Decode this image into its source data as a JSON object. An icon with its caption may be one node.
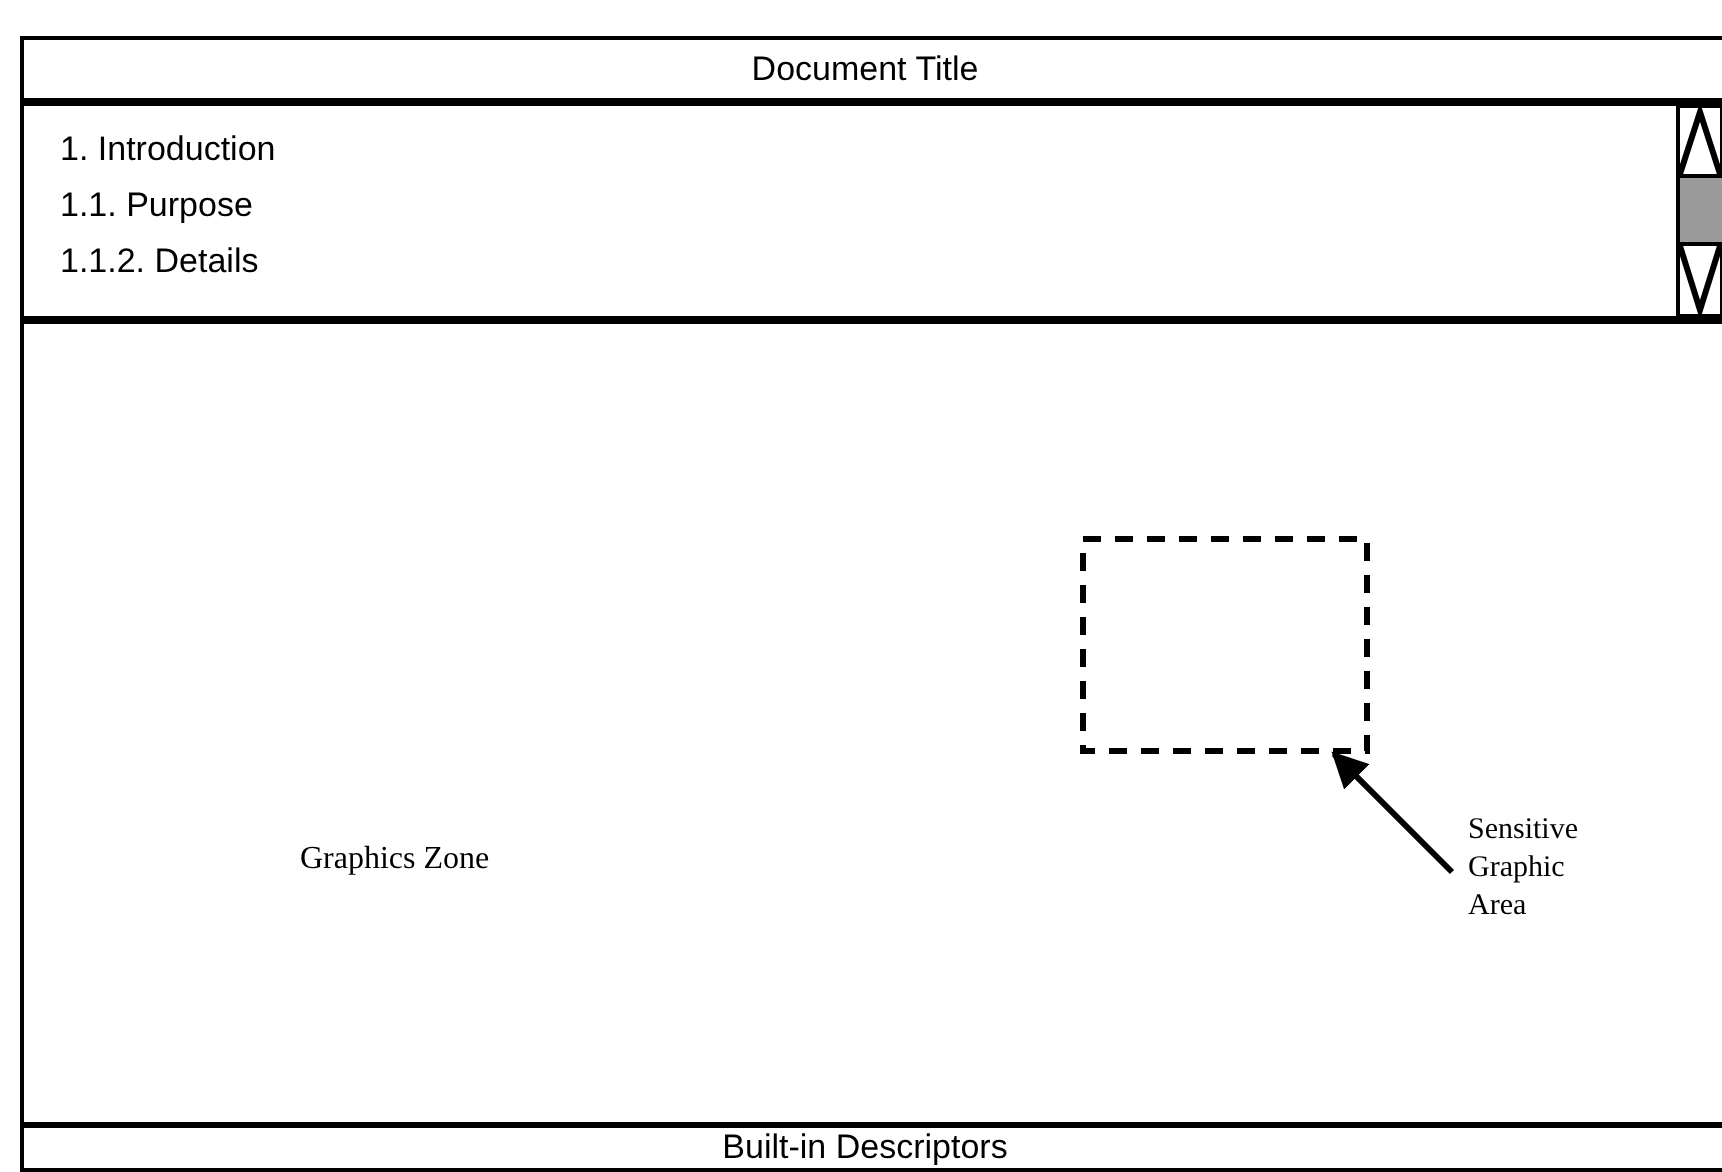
{
  "diagram": {
    "nodes": [
      {
        "text": [
          "Document Title"
        ]
      },
      {
        "text": [
          "1. Introduction",
          "1.1. Purpose",
          "1.1.2. Details"
        ]
      },
      {
        "text": [
          "Graphics Zone"
        ]
      },
      {
        "text": [],
        "shape": "box",
        "in": 2
      },
      {
        "text": [
          "Sensitive Graphic Area"
        ],
        "in": 2
      },
      {
        "text": [
          "Built-in Descriptors"
        ]
      }
    ],
    "edges": [
      {
        "from": 4,
        "to": 3,
        "arrow": "to"
      }
    ]
  }
}
